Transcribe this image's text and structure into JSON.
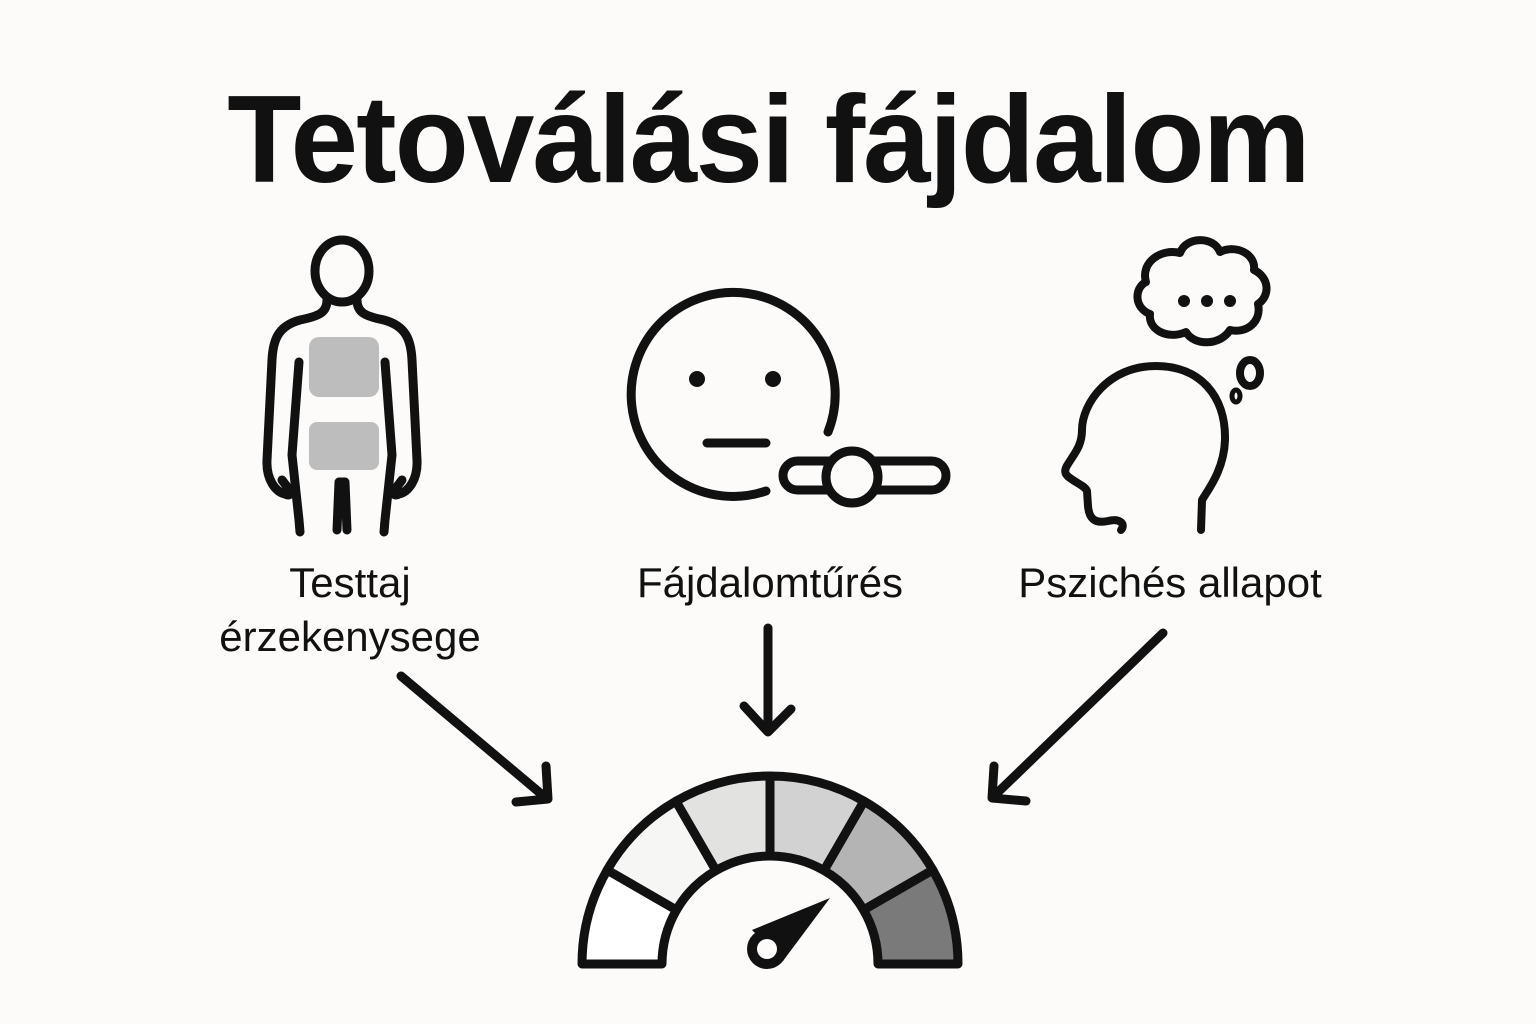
{
  "title": "Tetoválási fájdalom",
  "factors": [
    {
      "label_line1": "Testtaj",
      "label_line2": "érzekenysege",
      "icon": "body-outline-icon"
    },
    {
      "label_line1": "Fájdalomtűrés",
      "icon": "neutral-face-slider-icon"
    },
    {
      "label_line1": "Pszichés allapot",
      "icon": "head-thought-bubble-icon"
    }
  ],
  "gauge": {
    "icon": "pain-gauge-icon",
    "segments": 6,
    "segment_colors": [
      "#ffffff",
      "#f6f6f5",
      "#e2e2e1",
      "#d2d2d2",
      "#b4b4b4",
      "#7a7a7a"
    ],
    "needle_direction": "upper-right"
  },
  "colors": {
    "background": "#fcfbf9",
    "stroke": "#111111",
    "body_highlight": "#bdbdbd"
  }
}
